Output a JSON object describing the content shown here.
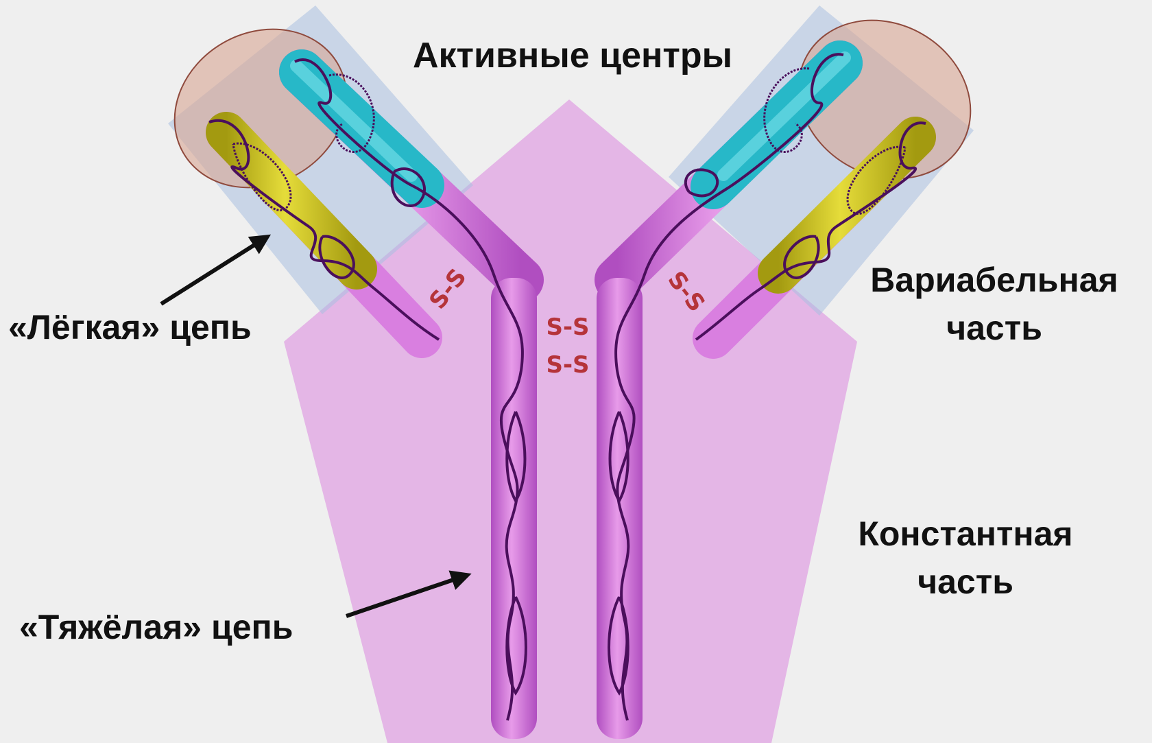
{
  "labels": {
    "active_centers": "Активные центры",
    "light_chain": "«Лёгкая» цепь",
    "heavy_chain": "«Тяжёлая» цепь",
    "variable_part_line1": "Вариабельная",
    "variable_part_line2": "часть",
    "constant_part_line1": "Константная",
    "constant_part_line2": "часть"
  },
  "bonds": {
    "left_arm": "S-S",
    "right_arm": "S-S",
    "hinge_top": "S-S",
    "hinge_bottom": "S-S"
  },
  "colors": {
    "background": "#efefef",
    "constant_region": "#e4b6e6",
    "variable_region": "#b8c6dc",
    "active_center": "#d9b0a0",
    "heavy_chain": "#cf74d8",
    "light_chain_constant": "#d97fe0",
    "light_chain_variable": "#cbc21e",
    "heavy_chain_variable": "#24b9c9",
    "backbone": "#4a0f5c",
    "disulfide_bond": "#b5343a",
    "arrow": "#111111"
  }
}
